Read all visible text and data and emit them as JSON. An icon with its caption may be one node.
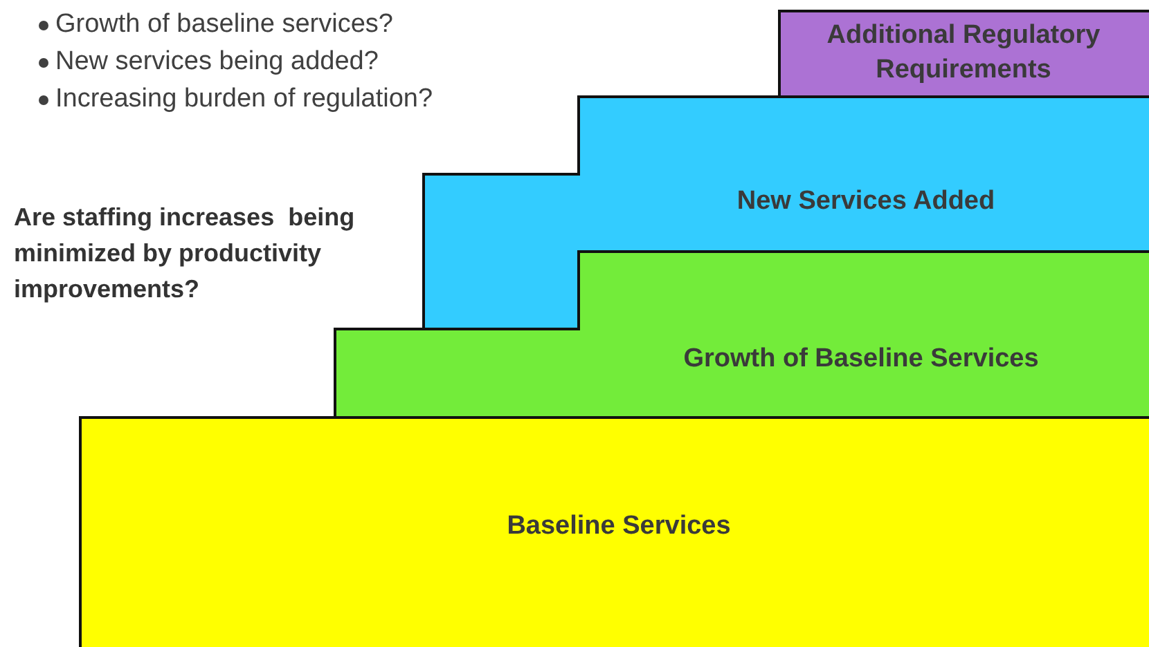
{
  "diagram": {
    "nodes": [
      {
        "text": [
          "Additional Regulatory Requirements"
        ]
      },
      {
        "text": [
          "New Services Added"
        ]
      },
      {
        "text": [
          "Growth of Baseline Services"
        ]
      },
      {
        "text": [
          "Baseline Services"
        ]
      }
    ],
    "labels": [
      "Growth of baseline services?",
      "New services being added?",
      "Increasing burden of regulation?",
      "Are staffing increases  being minimized by productivity improvements?"
    ]
  }
}
